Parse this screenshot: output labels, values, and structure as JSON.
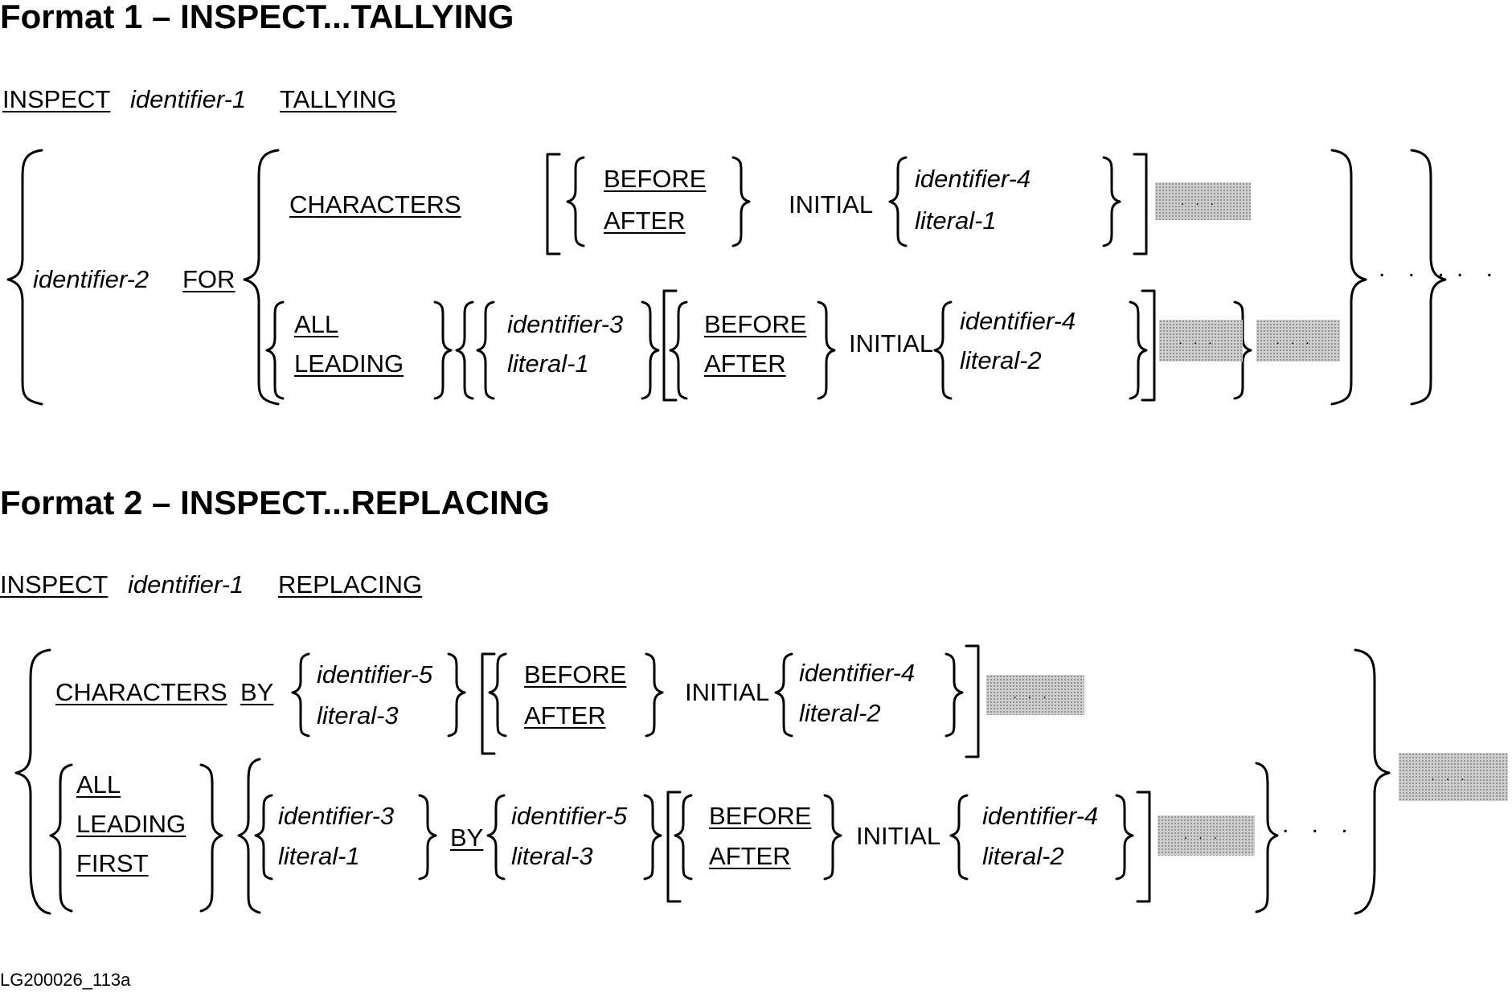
{
  "format1": {
    "heading": "Format 1 – INSPECT...TALLYING",
    "inspect": "INSPECT",
    "identifier_1": "identifier-1",
    "tallying": "TALLYING",
    "identifier_2": "identifier-2",
    "for": "FOR",
    "characters": "CHARACTERS",
    "all": "ALL",
    "leading": "LEADING",
    "before": "BEFORE",
    "after": "AFTER",
    "initial": "INITIAL",
    "identifier_4": "identifier-4",
    "literal_1": "literal-1",
    "identifier_3": "identifier-3",
    "literal_2": "literal-2",
    "ellipsis": ". . .",
    "shaded_ellipsis": "..."
  },
  "format2": {
    "heading": "Format 2 – INSPECT...REPLACING",
    "inspect": "INSPECT",
    "identifier_1": "identifier-1",
    "replacing": "REPLACING",
    "characters": "CHARACTERS",
    "by": "BY",
    "identifier_5": "identifier-5",
    "literal_3": "literal-3",
    "before": "BEFORE",
    "after": "AFTER",
    "initial": "INITIAL",
    "identifier_4": "identifier-4",
    "literal_2": "literal-2",
    "all": "ALL",
    "leading": "LEADING",
    "first": "FIRST",
    "identifier_3": "identifier-3",
    "literal_1": "literal-1",
    "ellipsis": ". . .",
    "shaded_ellipsis": "..."
  },
  "figure_id": "LG200026_113a"
}
